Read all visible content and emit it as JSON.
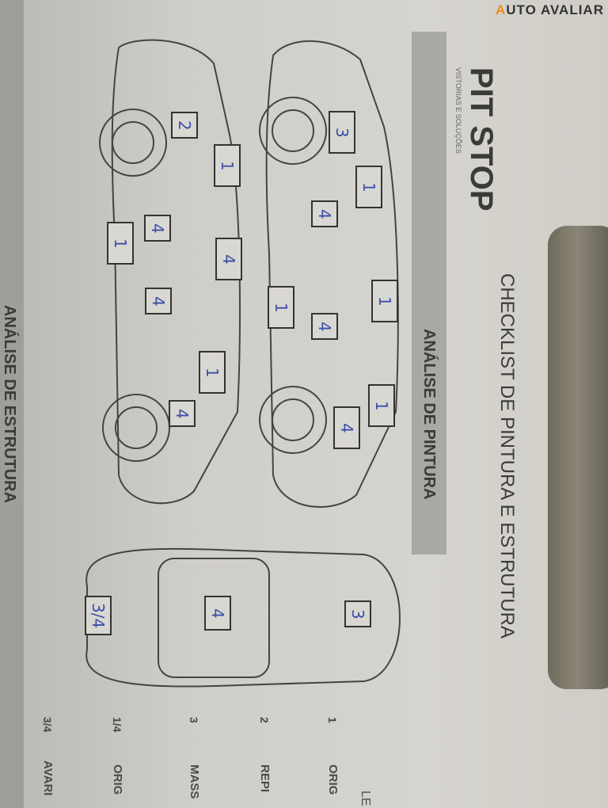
{
  "watermark": {
    "prefix": "A",
    "text": "UTO AVALIAR",
    "full": "AUTO AVALIAR",
    "accent": "#f08a1c"
  },
  "logo": {
    "name": "PIT STOP",
    "tagline": "VISTORIAS E SOLUÇÕES"
  },
  "title": "CHECKLIST DE PINTURA E ESTRUTURA",
  "sections": {
    "paint": "ANÁLISE DE PINTURA",
    "structure": "ANÁLISE DE ESTRUTURA"
  },
  "side_car_1": [
    "2",
    "1",
    "1",
    "4",
    "4",
    "4",
    "1",
    "4"
  ],
  "side_car_2": [
    "3",
    "1",
    "4",
    "1",
    "1",
    "4",
    "1",
    "4"
  ],
  "top_car": [
    "3",
    "4",
    "3/4"
  ],
  "legend": {
    "header": "LE",
    "items": [
      {
        "code": "1",
        "label": "ORIG"
      },
      {
        "code": "2",
        "label": "REPI"
      },
      {
        "code": "3",
        "label": "MASS"
      },
      {
        "code": "1/4",
        "label": "ORIG"
      },
      {
        "code": "3/4",
        "label": "AVARI"
      }
    ]
  }
}
